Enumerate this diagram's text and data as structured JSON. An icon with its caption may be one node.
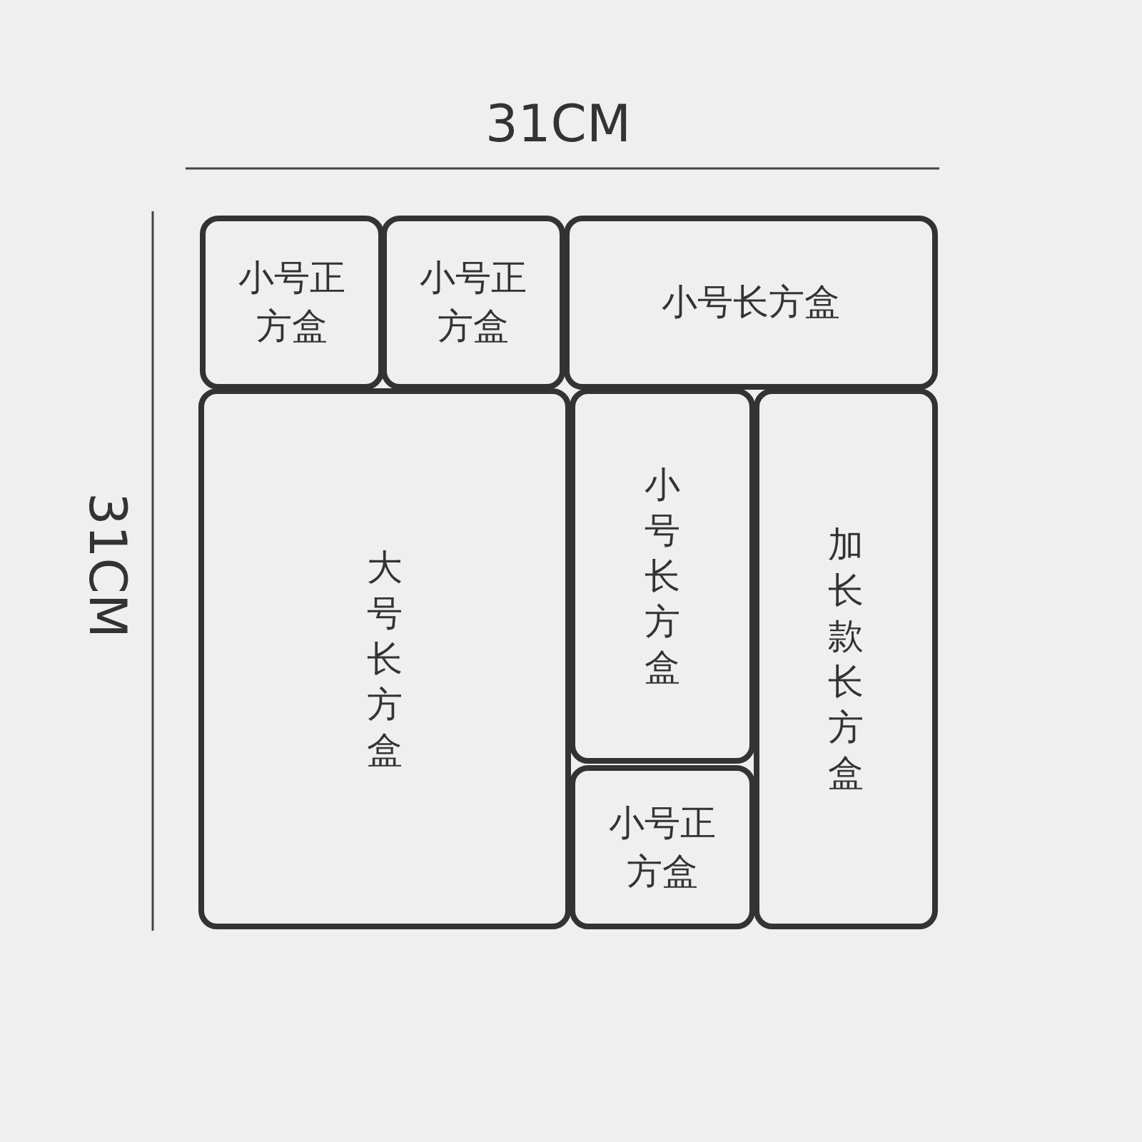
{
  "diagram": {
    "nodes": [
      {
        "text": [
          "小号正方盒"
        ]
      },
      {
        "text": [
          "小号正方盒"
        ]
      },
      {
        "text": [
          "小号长方盒"
        ]
      },
      {
        "text": [
          "大号长方盒"
        ]
      },
      {
        "text": [
          "小号长方盒"
        ]
      },
      {
        "text": [
          "小号正方盒"
        ]
      },
      {
        "text": [
          "加长款长方盒"
        ]
      }
    ],
    "edges": [],
    "labels": [
      "31CM",
      "31CM"
    ]
  }
}
